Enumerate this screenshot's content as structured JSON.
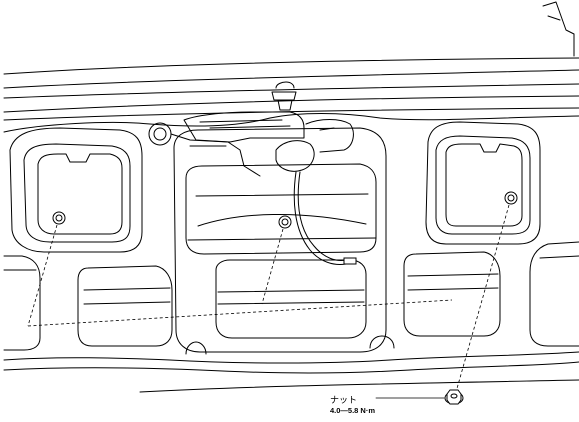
{
  "callouts": {
    "part_name": "ナット",
    "torque_value": "4.0—5.8 N·m"
  },
  "icons": {
    "nut_icon": "hex-nut-with-washer"
  }
}
